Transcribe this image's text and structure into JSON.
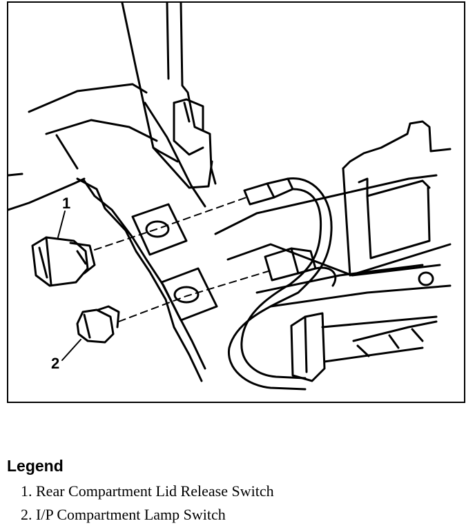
{
  "callouts": [
    {
      "number": "1"
    },
    {
      "number": "2"
    }
  ],
  "legend": {
    "title": "Legend",
    "items": [
      {
        "text": "1. Rear Compartment Lid Release Switch"
      },
      {
        "text": "2. I/P Compartment Lamp Switch"
      }
    ]
  }
}
